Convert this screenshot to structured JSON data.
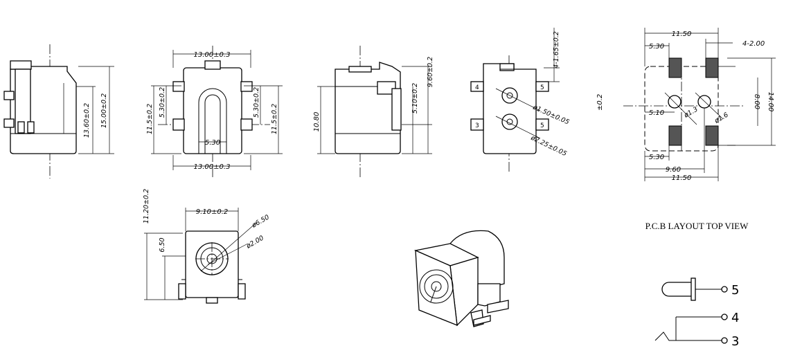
{
  "views": {
    "side_left": {
      "dim_a": "13.60±0.2",
      "dim_b": "15.00±0.2"
    },
    "front": {
      "top_width": "13.00±0.3",
      "bottom_width": "13.00±0.3",
      "left_outer": "11.5±0.2",
      "left_inner": "5.30±0.2",
      "right_inner": "5.30±0.2",
      "right_outer": "11.5±0.2",
      "center": "5.30"
    },
    "side_right": {
      "left_height": "10.80",
      "inner_height": "5.10±0.2",
      "outer_height": "9.60±0.2"
    },
    "back": {
      "top_note": "4-1.65±0.2",
      "dia_top": "ø1.50±0.05",
      "dia_bottom": "ø2.25±0.05",
      "pin_top_left": "4",
      "pin_top_right": "5",
      "pin_bottom_left": "3",
      "pin_bottom_right": "5"
    },
    "bottom": {
      "width": "9.10±0.2",
      "height": "11.20±0.2",
      "height_inner": "6.50",
      "dia_outer": "ø6.50",
      "dia_inner": "ø2.00"
    }
  },
  "pcb_layout": {
    "title": "P.C.B LAYOUT TOP VIEW",
    "stray_label": "±0.2",
    "top_width": "11.50",
    "top_offset": "5.30",
    "pad_note": "4-2.00",
    "height_outer": "14.00",
    "height_inner": "8.00",
    "mid_offset": "5.10",
    "hole_small": "ø1.3",
    "hole_large": "ø1.6",
    "bottom_offset": "5.30",
    "bottom_span": "9.60",
    "bottom_width": "11.50"
  },
  "schematic": {
    "pin_5": "5",
    "pin_4": "4",
    "pin_3": "3"
  }
}
